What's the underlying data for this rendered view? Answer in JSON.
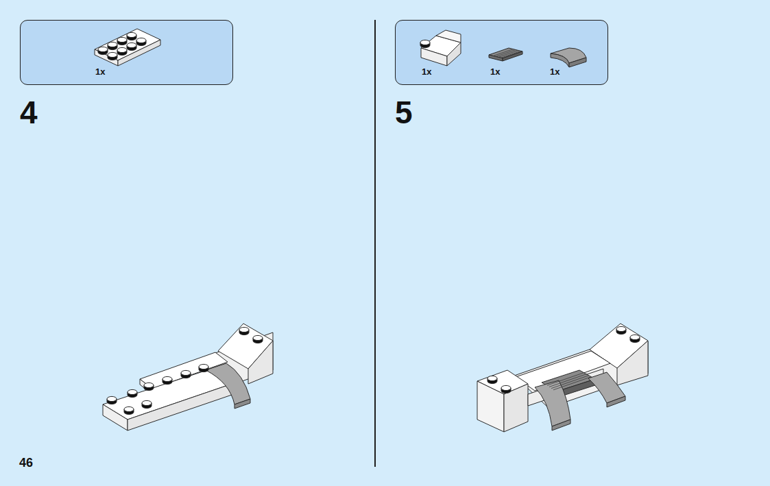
{
  "diagram": {
    "nodes": [
      {
        "text": [
          "1x"
        ]
      },
      {
        "text": [
          "1x",
          "1x",
          "1x"
        ]
      }
    ],
    "labels": [
      "4",
      "5",
      "46"
    ]
  }
}
